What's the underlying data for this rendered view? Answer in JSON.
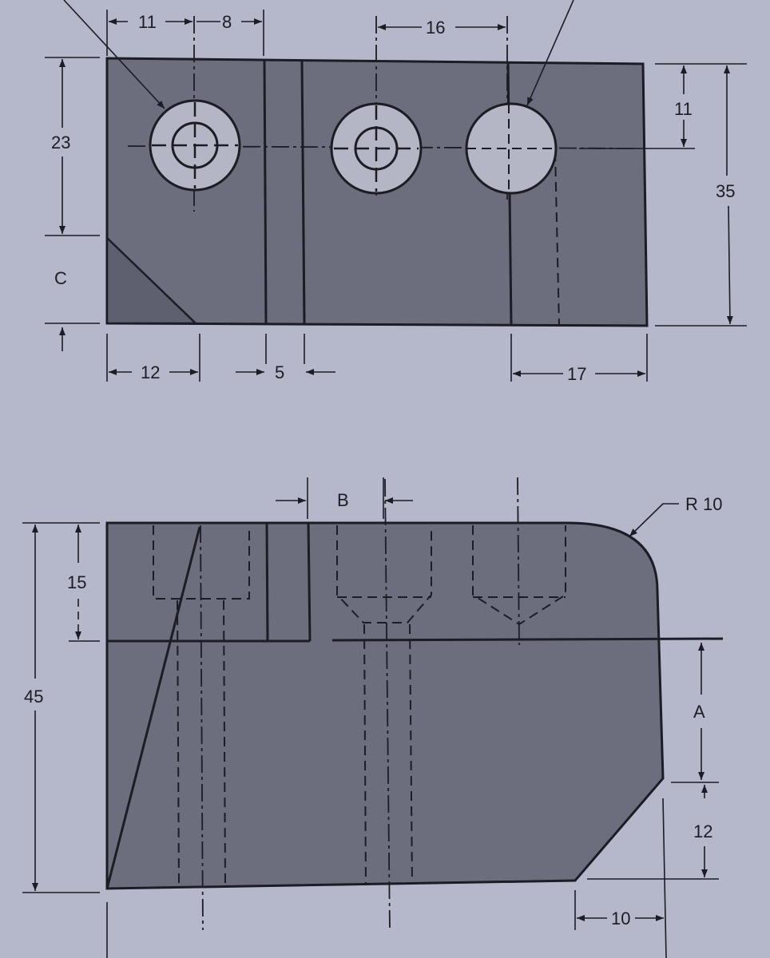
{
  "drawing": {
    "top_view": {
      "dims": {
        "d11_top": "11",
        "d8": "8",
        "d16": "16",
        "d11_right": "11",
        "d23": "23",
        "d35": "35",
        "c_label": "C",
        "d12": "12",
        "d5": "5",
        "d17": "17"
      }
    },
    "front_view": {
      "dims": {
        "b_label": "B",
        "r10": "R 10",
        "d15": "15",
        "d45": "45",
        "a_label": "A",
        "d12": "12",
        "d10": "10"
      }
    },
    "colors": {
      "background": "#b5b8cb",
      "part": "#6c6e7e",
      "hole": "#b4b6c5",
      "line": "#1c1c24"
    }
  }
}
